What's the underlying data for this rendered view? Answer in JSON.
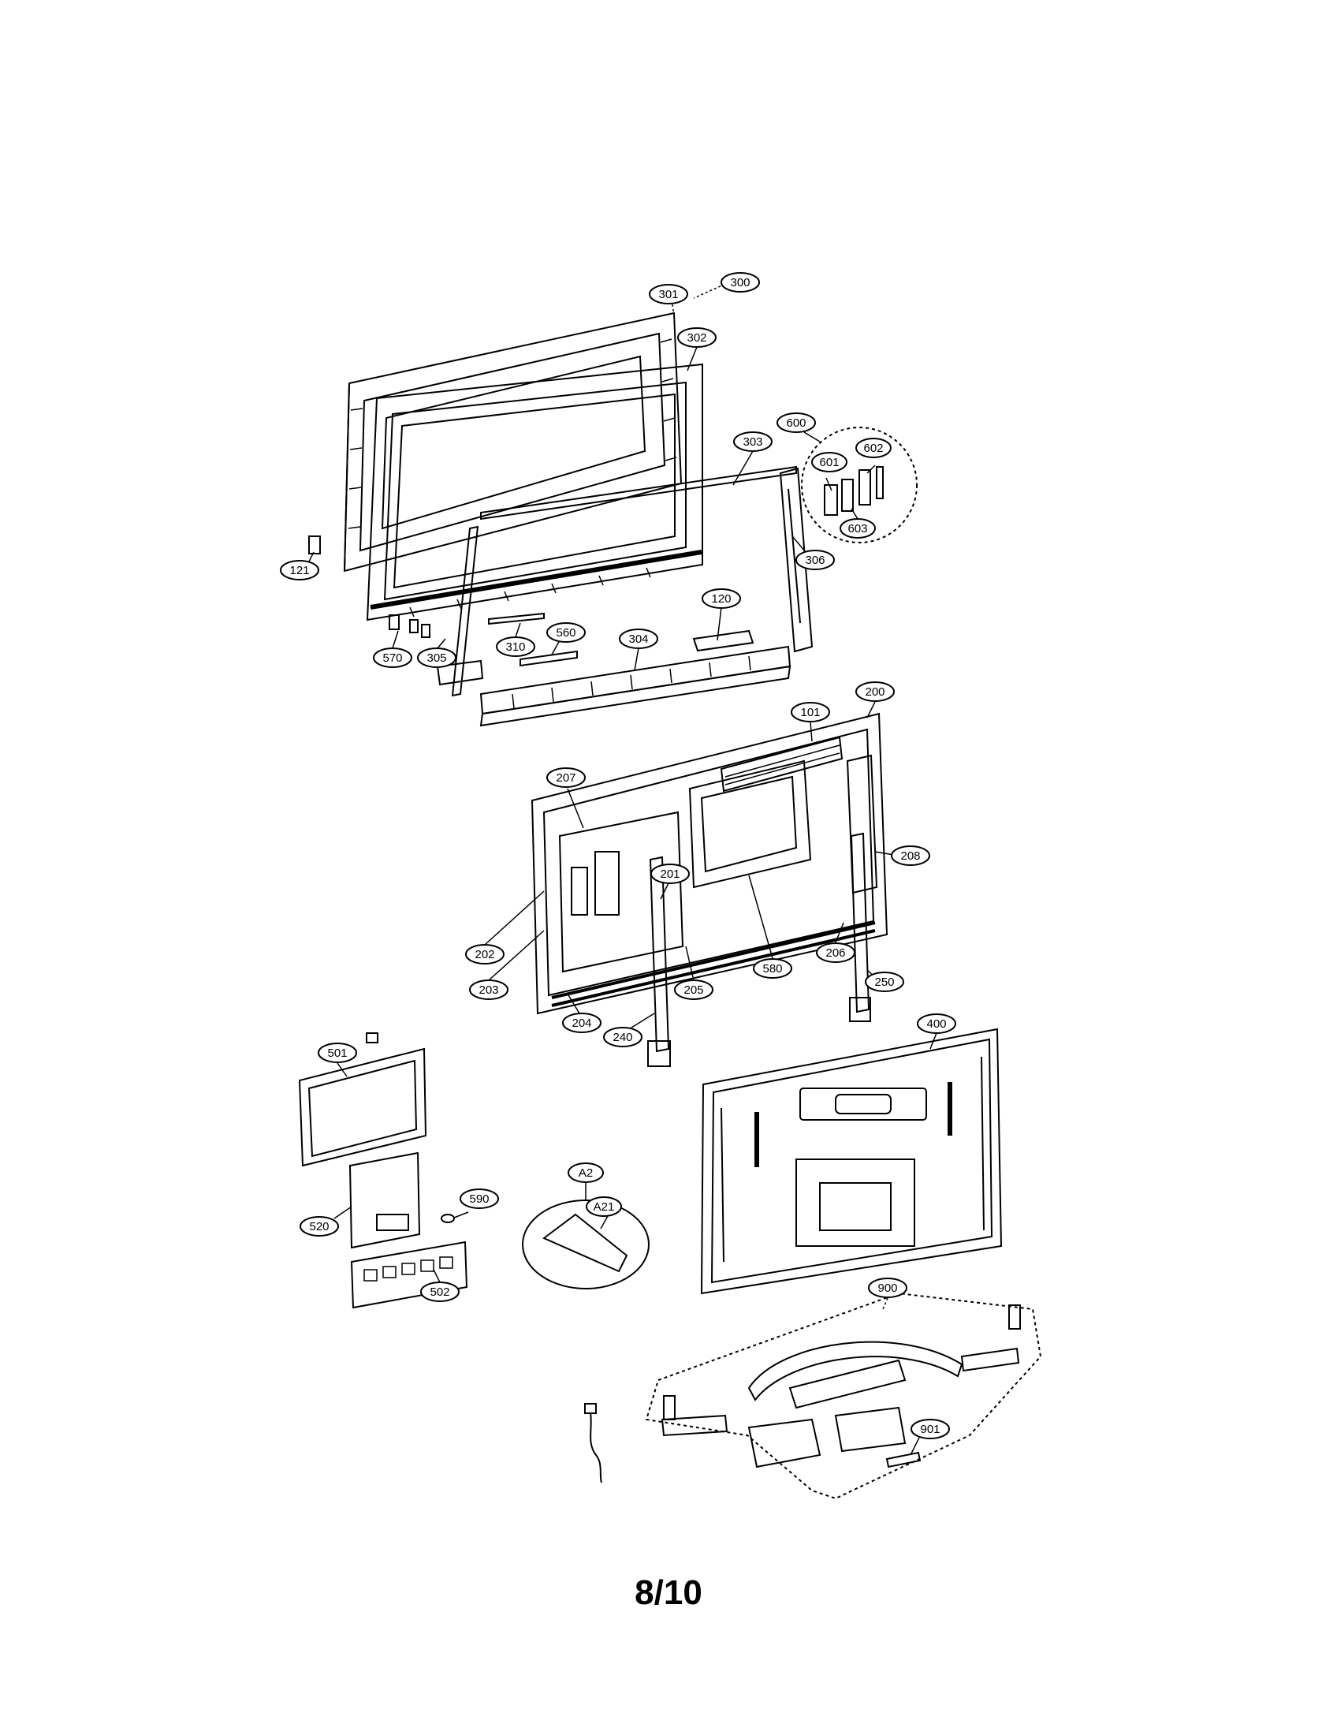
{
  "page_number": "8/10",
  "callouts": [
    {
      "id": "c300",
      "label": "300"
    },
    {
      "id": "c301",
      "label": "301"
    },
    {
      "id": "c302",
      "label": "302"
    },
    {
      "id": "c303",
      "label": "303"
    },
    {
      "id": "c600",
      "label": "600"
    },
    {
      "id": "c601",
      "label": "601"
    },
    {
      "id": "c602",
      "label": "602"
    },
    {
      "id": "c603",
      "label": "603"
    },
    {
      "id": "c306",
      "label": "306"
    },
    {
      "id": "c121",
      "label": "121"
    },
    {
      "id": "c120",
      "label": "120"
    },
    {
      "id": "c310",
      "label": "310"
    },
    {
      "id": "c560",
      "label": "560"
    },
    {
      "id": "c304",
      "label": "304"
    },
    {
      "id": "c570",
      "label": "570"
    },
    {
      "id": "c305",
      "label": "305"
    },
    {
      "id": "c200",
      "label": "200"
    },
    {
      "id": "c101",
      "label": "101"
    },
    {
      "id": "c207",
      "label": "207"
    },
    {
      "id": "c208",
      "label": "208"
    },
    {
      "id": "c201",
      "label": "201"
    },
    {
      "id": "c202",
      "label": "202"
    },
    {
      "id": "c580",
      "label": "580"
    },
    {
      "id": "c206",
      "label": "206"
    },
    {
      "id": "c203",
      "label": "203"
    },
    {
      "id": "c205",
      "label": "205"
    },
    {
      "id": "c250",
      "label": "250"
    },
    {
      "id": "c204",
      "label": "204"
    },
    {
      "id": "c240",
      "label": "240"
    },
    {
      "id": "c400",
      "label": "400"
    },
    {
      "id": "c501",
      "label": "501"
    },
    {
      "id": "cA2",
      "label": "A2"
    },
    {
      "id": "c590",
      "label": "590"
    },
    {
      "id": "cA21",
      "label": "A21"
    },
    {
      "id": "c520",
      "label": "520"
    },
    {
      "id": "c502",
      "label": "502"
    },
    {
      "id": "c900",
      "label": "900"
    },
    {
      "id": "c901",
      "label": "901"
    }
  ]
}
